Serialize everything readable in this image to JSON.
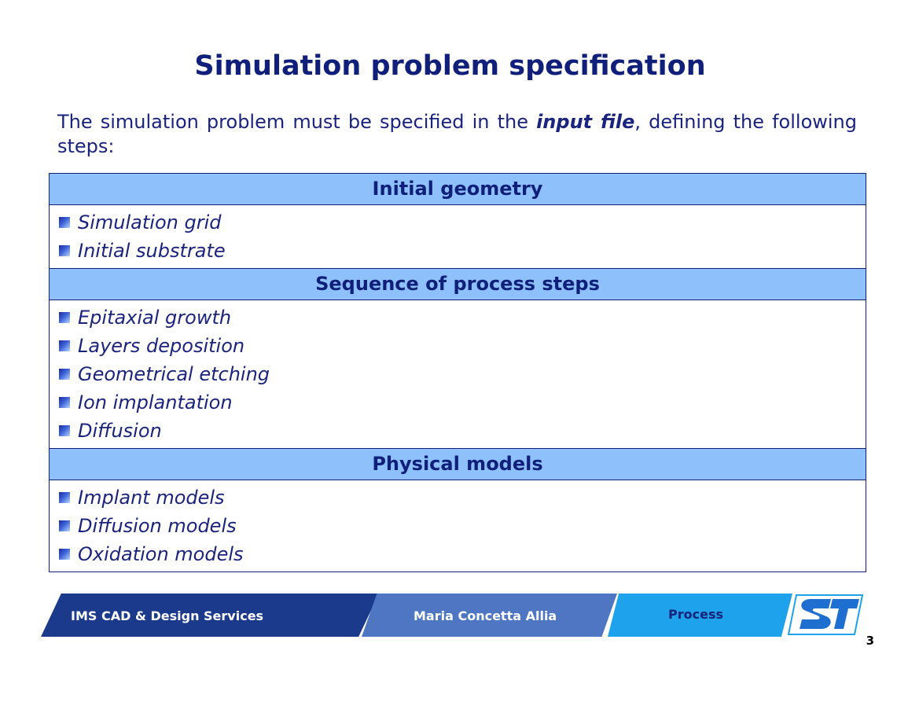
{
  "title": "Simulation problem specification",
  "intro": {
    "before": "The simulation problem must be specified in the ",
    "emphasis": "input file",
    "after": ", defining the following steps:"
  },
  "sections": [
    {
      "heading": "Initial geometry",
      "items": [
        "Simulation grid",
        "Initial substrate"
      ]
    },
    {
      "heading": "Sequence of process steps",
      "items": [
        "Epitaxial growth",
        "Layers deposition",
        "Geometrical etching",
        "Ion implantation",
        "Diffusion"
      ]
    },
    {
      "heading": "Physical models",
      "items": [
        "Implant models",
        "Diffusion models",
        "Oxidation models"
      ]
    }
  ],
  "footer": {
    "organization": "IMS CAD & Design Services",
    "author": "Maria Concetta Allia",
    "topic": "Process",
    "logo_text": "ST",
    "page_number": "3"
  },
  "colors": {
    "title": "#0f1f7a",
    "section_header_bg": "#8ec1fb",
    "footer_dark": "#1b3a8c",
    "footer_mid": "#4e76c2",
    "footer_light": "#1ea2ec"
  }
}
